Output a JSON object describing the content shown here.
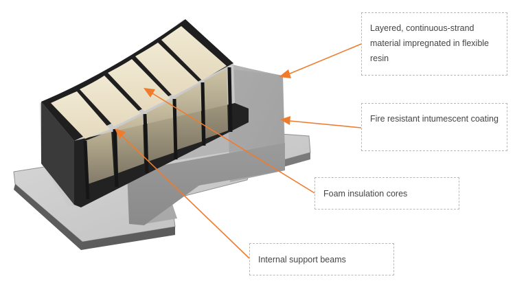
{
  "diagram": {
    "callouts": [
      {
        "id": "c1",
        "label": "Layered, continuous-strand material impregnated in flexible resin"
      },
      {
        "id": "c2",
        "label": "Fire resistant intumescent coating"
      },
      {
        "id": "c3",
        "label": "Foam insulation cores"
      },
      {
        "id": "c4",
        "label": "Internal support beams"
      }
    ],
    "colors": {
      "arrow": "#f07b2c",
      "foam": "#ece3cb",
      "coating": "#9a9a9a",
      "frame": "#2b2b2b",
      "base": "#bdbdbd"
    }
  }
}
